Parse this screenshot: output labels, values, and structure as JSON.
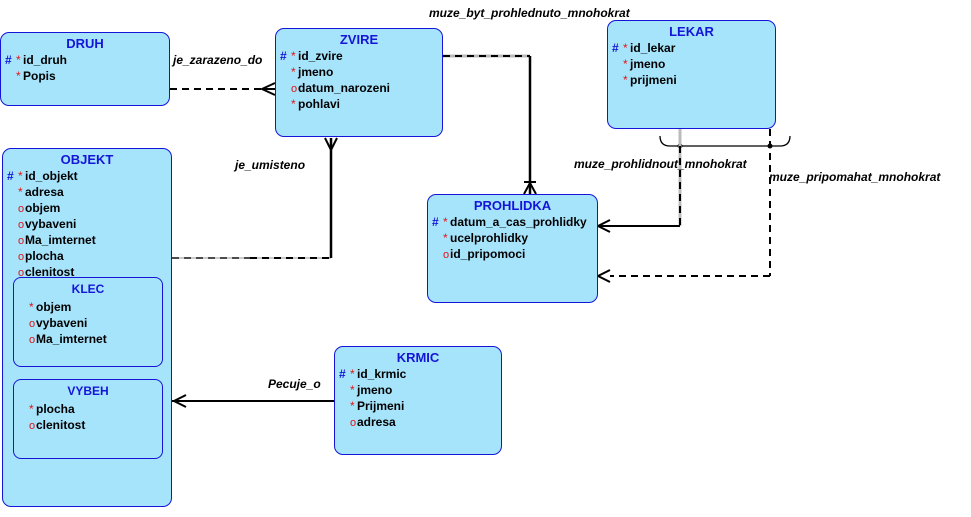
{
  "diagram": {
    "type": "ER diagram (Oracle Data Modeler style)",
    "legend": {
      "pk_marker": "#",
      "mandatory_marker": "*",
      "optional_marker": "o"
    },
    "colors": {
      "entity_fill": "#a6e4fc",
      "entity_border": "#1515d8",
      "title": "#1515d8",
      "mandatory": "#e01515",
      "line": "#000000"
    }
  },
  "entities": {
    "druh": {
      "name": "DRUH",
      "attributes": [
        {
          "pk": "#",
          "flag": "*",
          "name": "id_druh"
        },
        {
          "pk": "",
          "flag": "*",
          "name": "Popis"
        }
      ]
    },
    "zvire": {
      "name": "ZVIRE",
      "attributes": [
        {
          "pk": "#",
          "flag": "*",
          "name": "id_zvire"
        },
        {
          "pk": "",
          "flag": "*",
          "name": "jmeno"
        },
        {
          "pk": "",
          "flag": "o",
          "name": "datum_narozeni"
        },
        {
          "pk": "",
          "flag": "*",
          "name": "pohlavi"
        }
      ]
    },
    "lekar": {
      "name": "LEKAR",
      "attributes": [
        {
          "pk": "#",
          "flag": "*",
          "name": "id_lekar"
        },
        {
          "pk": "",
          "flag": "*",
          "name": "jmeno"
        },
        {
          "pk": "",
          "flag": "*",
          "name": "prijmeni"
        }
      ]
    },
    "objekt": {
      "name": "OBJEKT",
      "attributes": [
        {
          "pk": "#",
          "flag": "*",
          "name": "id_objekt"
        },
        {
          "pk": "",
          "flag": "*",
          "name": "adresa"
        },
        {
          "pk": "",
          "flag": "o",
          "name": "objem"
        },
        {
          "pk": "",
          "flag": "o",
          "name": "vybaveni"
        },
        {
          "pk": "",
          "flag": "o",
          "name": "Ma_imternet"
        },
        {
          "pk": "",
          "flag": "o",
          "name": "plocha"
        },
        {
          "pk": "",
          "flag": "o",
          "name": "clenitost"
        }
      ],
      "subtypes": {
        "klec": {
          "name": "KLEC",
          "attributes": [
            {
              "pk": "",
              "flag": "*",
              "name": "objem"
            },
            {
              "pk": "",
              "flag": "o",
              "name": "vybaveni"
            },
            {
              "pk": "",
              "flag": "o",
              "name": "Ma_imternet"
            }
          ]
        },
        "vybeh": {
          "name": "VYBEH",
          "attributes": [
            {
              "pk": "",
              "flag": "*",
              "name": "plocha"
            },
            {
              "pk": "",
              "flag": "o",
              "name": "clenitost"
            }
          ]
        }
      }
    },
    "prohlidka": {
      "name": "PROHLIDKA",
      "attributes": [
        {
          "pk": "#",
          "flag": "*",
          "name": "datum_a_cas_prohlidky"
        },
        {
          "pk": "",
          "flag": "*",
          "name": "ucelprohlidky"
        },
        {
          "pk": "",
          "flag": "o",
          "name": "id_pripomoci"
        }
      ]
    },
    "krmic": {
      "name": "KRMIC",
      "attributes": [
        {
          "pk": "#",
          "flag": "*",
          "name": "id_krmic"
        },
        {
          "pk": "",
          "flag": "*",
          "name": "jmeno"
        },
        {
          "pk": "",
          "flag": "*",
          "name": "Prijmeni"
        },
        {
          "pk": "",
          "flag": "o",
          "name": "adresa"
        }
      ]
    }
  },
  "relationships": [
    {
      "id": "je_zarazeno_do",
      "label": "je_zarazeno_do",
      "from": "DRUH",
      "to": "ZVIRE",
      "from_optional": true,
      "to_many": true
    },
    {
      "id": "je_umisteno",
      "label": "je_umisteno",
      "from": "OBJEKT",
      "to": "ZVIRE",
      "from_optional": true,
      "to_many": true
    },
    {
      "id": "muze_byt_prohlednuto_mnohokrat",
      "label": "muze_byt_prohlednuto_mnohokrat",
      "from": "ZVIRE",
      "to": "PROHLIDKA",
      "from_optional": true,
      "to_many": true,
      "identifying": true
    },
    {
      "id": "muze_prohlidnout_mnohokrat",
      "label": "muze_prohlidnout_mnohokrat",
      "from": "LEKAR",
      "to": "PROHLIDKA",
      "to_many": true,
      "arc": true
    },
    {
      "id": "muze_pripomahat_mnohokrat",
      "label": "muze_pripomahat_mnohokrat",
      "from": "LEKAR",
      "to": "PROHLIDKA",
      "from_optional": true,
      "to_many": true,
      "arc": true
    },
    {
      "id": "pecuje_o",
      "label": "Pecuje_o",
      "from": "KRMIC",
      "to": "OBJEKT",
      "to_many": true
    }
  ]
}
